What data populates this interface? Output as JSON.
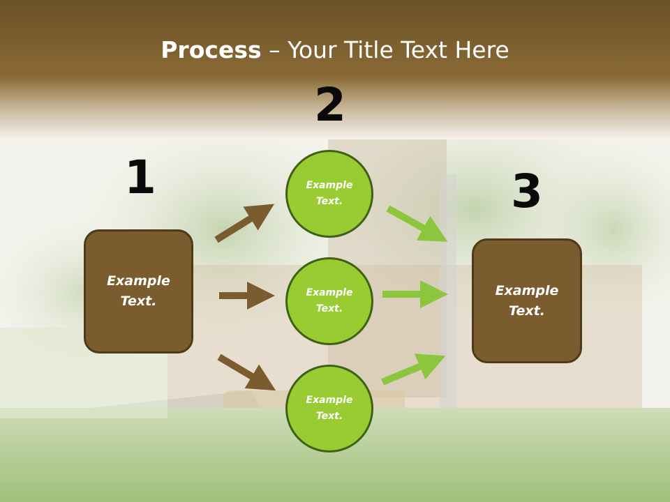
{
  "title": {
    "bold": "Process",
    "rest": " – Your Title Text Here"
  },
  "steps": [
    {
      "number": "1",
      "text_line1": "Example",
      "text_line2": "Text."
    },
    {
      "number": "2"
    },
    {
      "number": "3",
      "text_line1": "Example",
      "text_line2": "Text."
    }
  ],
  "circles": [
    {
      "text_line1": "Example",
      "text_line2": "Text."
    },
    {
      "text_line1": "Example",
      "text_line2": "Text."
    },
    {
      "text_line1": "Example",
      "text_line2": "Text."
    }
  ],
  "colors": {
    "header_brown": "#6b5126",
    "box_brown": "#7a5c2e",
    "circle_green": "#99cc33",
    "arrow_brown": "#7a5c2e",
    "arrow_green": "#8cc63f"
  }
}
